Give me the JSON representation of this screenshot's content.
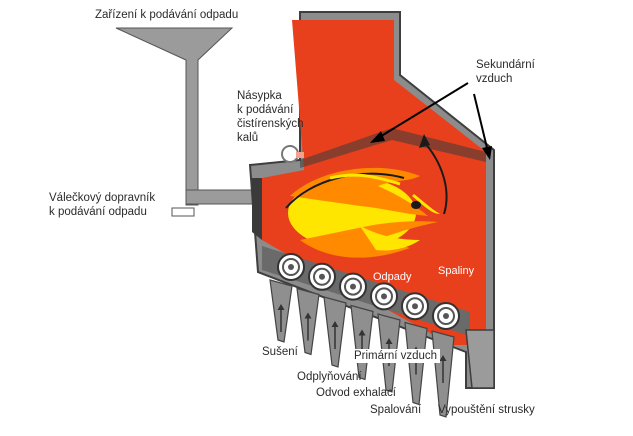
{
  "labels": {
    "waste_feeder": "Zařízení k podávání odpadu",
    "sludge_hopper": [
      "Násypka",
      "k podávání",
      "čistírenských",
      "kalů"
    ],
    "roller_conveyor": [
      "Válečkový dopravník",
      "k podávání odpadu"
    ],
    "secondary_air": [
      "Sekundární",
      "vzduch"
    ],
    "waste": "Odpady",
    "flue_gas": "Spaliny",
    "drying": "Sušení",
    "gasification": "Odplyňování",
    "exhaust_removal": "Odvod exhalací",
    "primary_air": "Primární vzduch",
    "combustion": "Spalování",
    "slag_discharge": "Vypouštění strusky"
  },
  "colors": {
    "steel": "#9b9b9b",
    "steel_dark": "#4a4a4a",
    "refractory": "#e8401c",
    "flame_yellow": "#ffe600",
    "flame_orange": "#ff8a00",
    "background": "#ffffff"
  },
  "rollers": {
    "count": 6
  },
  "hoppers": {
    "count": 7
  }
}
